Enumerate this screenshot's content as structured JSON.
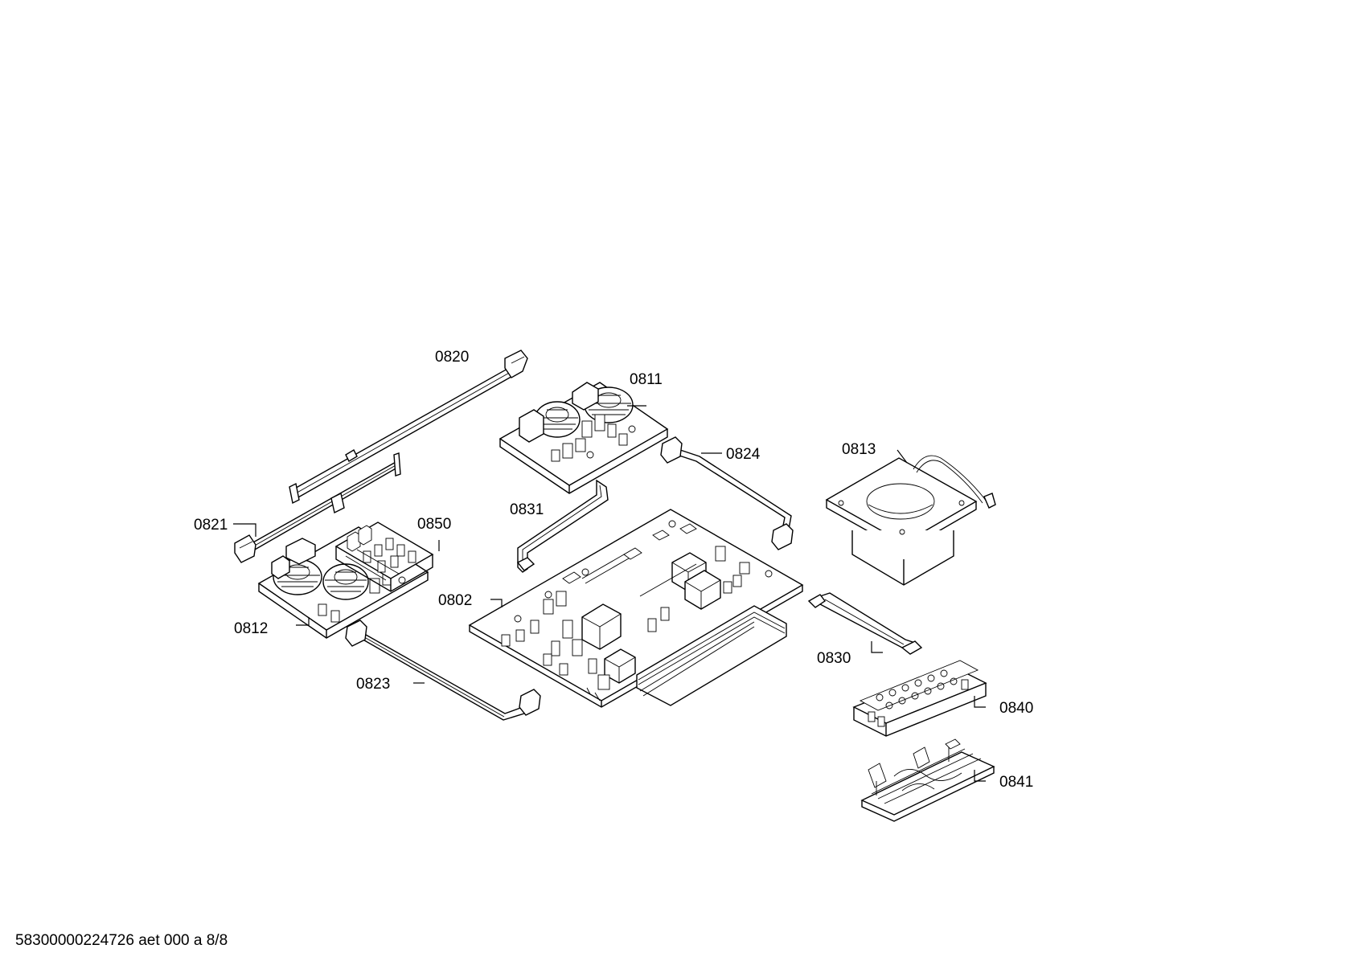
{
  "diagram": {
    "parts": [
      {
        "id": "0820",
        "label": "0820"
      },
      {
        "id": "0811",
        "label": "0811"
      },
      {
        "id": "0824",
        "label": "0824"
      },
      {
        "id": "0813",
        "label": "0813"
      },
      {
        "id": "0831",
        "label": "0831"
      },
      {
        "id": "0821",
        "label": "0821"
      },
      {
        "id": "0850",
        "label": "0850"
      },
      {
        "id": "0802",
        "label": "0802"
      },
      {
        "id": "0812",
        "label": "0812"
      },
      {
        "id": "0830",
        "label": "0830"
      },
      {
        "id": "0823",
        "label": "0823"
      },
      {
        "id": "0840",
        "label": "0840"
      },
      {
        "id": "0841",
        "label": "0841"
      }
    ]
  },
  "footer": {
    "text": "58300000224726 aet 000 a 8/8"
  }
}
